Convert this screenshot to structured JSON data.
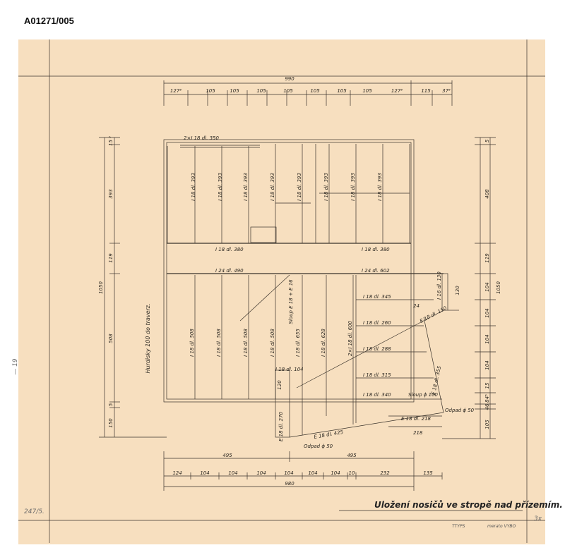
{
  "archive_id": "A01271/005",
  "drawing_title": "Uložení nosičů ve stropě nad přízemím.",
  "colors": {
    "paper": "#f7dfbf",
    "ink": "#2a2620",
    "page": "#ffffff"
  },
  "top_dims": {
    "total": "990",
    "segments": [
      "127⁵",
      "105",
      "105",
      "105",
      "105",
      "105",
      "105",
      "105",
      "127⁵",
      "115",
      "37⁵"
    ]
  },
  "bottom_dims": {
    "halves": [
      "495",
      "495"
    ],
    "segments": [
      "124",
      "104",
      "104",
      "104",
      "104",
      "104",
      "104",
      "10",
      "232",
      "135"
    ],
    "total": "980"
  },
  "left_dims": {
    "total": "1050",
    "segments": [
      "15 ⁵",
      "393",
      "119",
      "508",
      "5",
      "150"
    ]
  },
  "right_dims": {
    "total": "1050",
    "segments": [
      "5",
      "408",
      "119",
      "104",
      "104",
      "104",
      "104",
      "15",
      "84⁵",
      "46",
      "105"
    ]
  },
  "left_note": "Hurdisky 100 do traverz.",
  "upper_beams": {
    "top": "2×I 18 dl. 350",
    "verticals": [
      "I 18 dl. 393",
      "I 18 dl. 393",
      "I 18 dl. 393",
      "I 18 dl. 393",
      "I 18 dl. 393",
      "I 18 dl. 393",
      "I 18 dl. 393",
      "I 18 dl. 393"
    ],
    "mid_left": "I 18 dl. 380",
    "mid_right": "I 18 dl. 380"
  },
  "middle_beams": {
    "left": "I 24 dl. 490",
    "right": "I 24 dl. 602"
  },
  "lower_beams": {
    "verticals": [
      "I 18 dl. 508",
      "I 18 dl. 508",
      "I 18 dl. 508",
      "I 18 dl. 508",
      "I 18 dl. 655",
      "I 18 dl. 628",
      "2×I 18 dl. 600"
    ],
    "column": "Sloup E 18 + E 16",
    "right_column": "I 16 dl. 130",
    "short": "I 18 dl. 104",
    "e18_270": "E 18 dl. 270",
    "e18_425": "E 18 dl. 425",
    "e18_355": "E 18 dl. 355",
    "e18_150": "E 18 dl. 150",
    "e18_218": "E 18 dl. 218",
    "sloup_100": "Sloup ϕ 100",
    "odpad_50_a": "Odpad ϕ 50",
    "odpad_50_b": "Odpad ϕ 50",
    "dim_120": "120",
    "dim_130": "130",
    "dim_218": "218",
    "dim_24": "24"
  },
  "right_side_beams": [
    "I 18 dl. 345",
    "I 18 dl. 260",
    "I 18 dl. 288",
    "I 18 dl. 315",
    "I 18 dl. 340"
  ],
  "margin_notes": {
    "pencil": "247/5.",
    "pencil_mark": "3x",
    "left_margin": "— 19",
    "stamp": "TTYPS",
    "stamp_small": "merato VYBO"
  }
}
